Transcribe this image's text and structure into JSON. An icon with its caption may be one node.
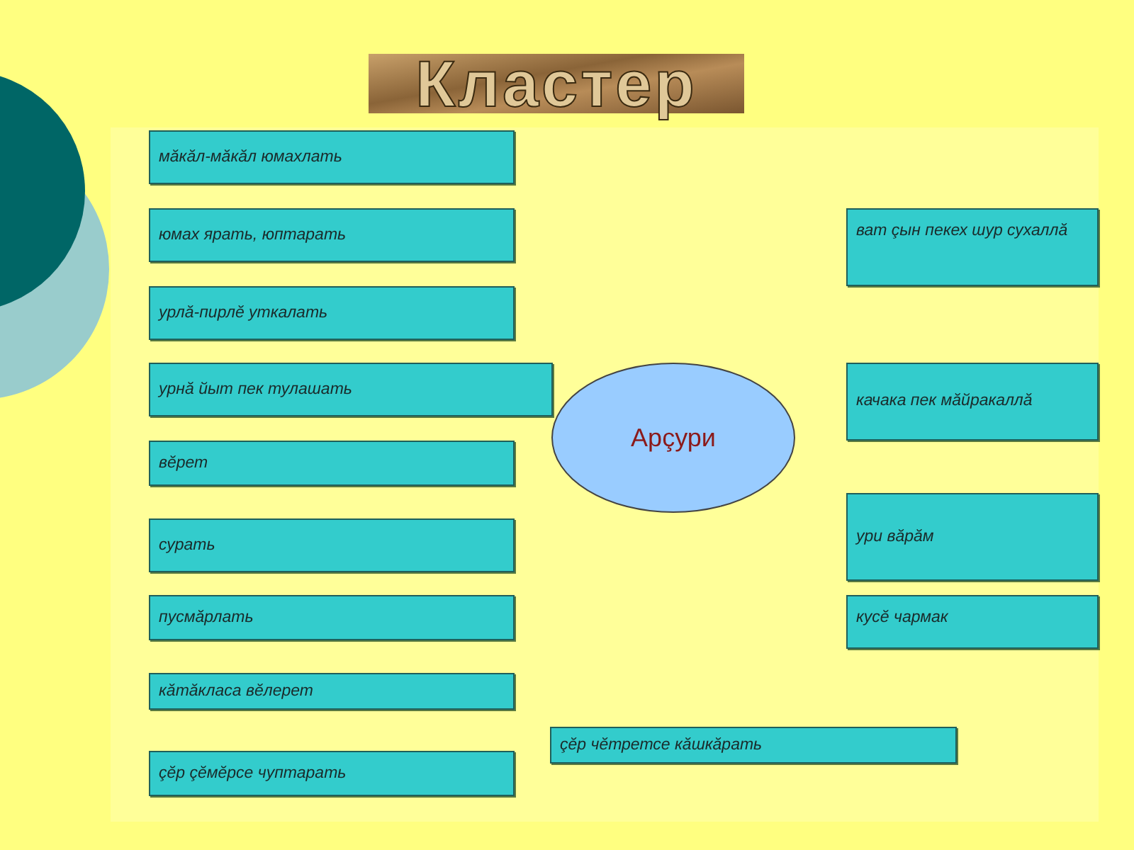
{
  "diagram": {
    "title": "Кластер",
    "nodes": [
      {
        "text": [
          "мăкăл-мăкăл юмахлать"
        ]
      },
      {
        "text": [
          "юмах ярать, юптарать"
        ]
      },
      {
        "text": [
          "урлă-пирлĕ уткалать"
        ]
      },
      {
        "text": [
          "урнă йыт пек тулашать"
        ]
      },
      {
        "text": [
          "вĕрет"
        ]
      },
      {
        "text": [
          "сурать"
        ]
      },
      {
        "text": [
          "пусмăрлать"
        ]
      },
      {
        "text": [
          "кăтăкласа вĕлерет"
        ]
      },
      {
        "text": [
          "çĕр çĕмĕрсе чуптарать"
        ]
      },
      {
        "text": [
          "Арçури"
        ]
      },
      {
        "text": [
          "ват çын пекех шур сухаллă"
        ]
      },
      {
        "text": [
          "качака пек мăйракаллă"
        ]
      },
      {
        "text": [
          "ури вăрăм"
        ]
      },
      {
        "text": [
          "кусĕ чармак"
        ]
      },
      {
        "text": [
          "çĕр чĕтретсе кăшкăрать"
        ]
      }
    ],
    "edges": []
  }
}
